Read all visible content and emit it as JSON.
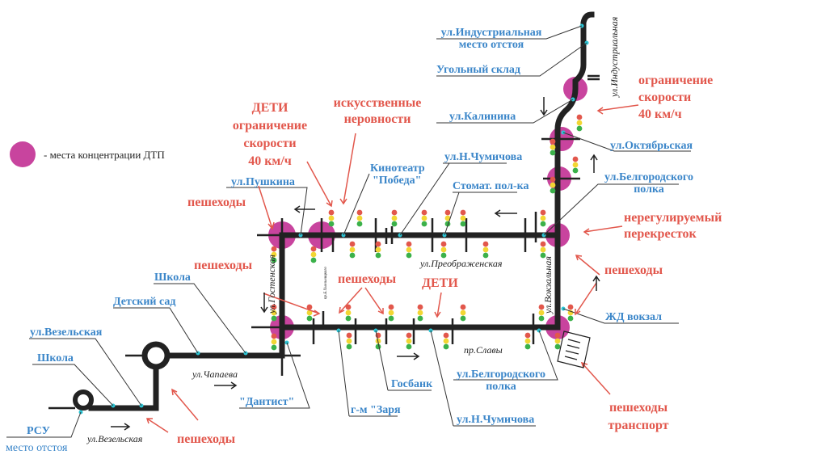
{
  "legend": {
    "label": "- места концентрации ДТП"
  },
  "colors": {
    "road": "#222222",
    "hotspot": "#c8449e",
    "blue_label": "#3b86c9",
    "red_label": "#e2574c",
    "stop": "#2cc6d6"
  },
  "blue_labels": {
    "industrial_1": "ул.Индустриальная",
    "industrial_2": "место отстоя",
    "coal": "Угольный склад",
    "kalinina": "ул.Калинина",
    "oktyabrskaya": "ул.Октябрьская",
    "belgorod_top_1": "ул.Белгородского",
    "belgorod_top_2": "полка",
    "cinema_1": "Кинотеатр",
    "cinema_2": "\"Победа\"",
    "chumichova_top": "ул.Н.Чумичова",
    "dental": "Стомат. пол-ка",
    "pushkina": "ул.Пушкина",
    "school_1": "Школа",
    "kindergarten": "Детский сад",
    "vezelskaya": "ул.Везельская",
    "school_2": "Школа",
    "rsu": "РСУ",
    "rsu_sub": "место отстоя",
    "dentist": "\"Дантист\"",
    "gosbank": "Госбанк",
    "zarya": "г-м \"Заря",
    "belgorod_bot_1": "ул.Белгородского",
    "belgorod_bot_2": "полка",
    "chumichova_bot": "ул.Н.Чумичова",
    "station": "ЖД вокзал"
  },
  "red_labels": {
    "children_1": "ДЕТИ",
    "speed_1a": "ограничение",
    "speed_1b": "скорости",
    "speed_1c": "40 км/ч",
    "bumps_1": "искусственные",
    "bumps_2": "неровности",
    "ped_1": "пешеходы",
    "speed_2a": "ограничение",
    "speed_2b": "скорости",
    "speed_2c": "40 км/ч",
    "unreg_1": "нерегулируемый",
    "unreg_2": "перекресток",
    "ped_2": "пешеходы",
    "ped_3": "пешеходы",
    "ped_4": "пешеходы",
    "children_2": "ДЕТИ",
    "ped_transport_1": "пешеходы",
    "ped_transport_2": "транспорт",
    "ped_5": "пешеходы"
  },
  "streets": {
    "preobrazhenskaya": "ул.Преображенская",
    "slavy": "пр.Славы",
    "chapaeva": "ул.Чапаева",
    "vezelskaya": "ул.Везельская",
    "gostenskaya": "ул.Гостенская",
    "vokzalnaya": "ул.Вокзальная",
    "industrialnaya": "ул.Индустриальная",
    "khmelnitskogo": "пр.Б.Хмельницкого"
  }
}
